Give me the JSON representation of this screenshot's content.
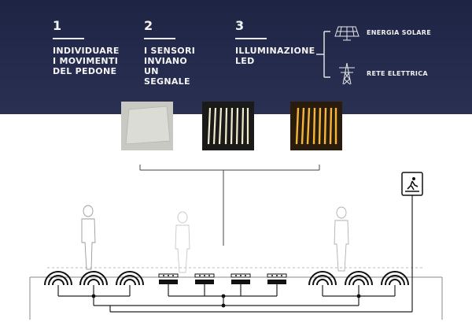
{
  "steps": [
    {
      "number": "1",
      "text": "INDIVIDUARE\nI MOVIMENTI\nDEL PEDONE"
    },
    {
      "number": "2",
      "text": "I SENSORI\nINVIANO\nUN\nSEGNALE"
    },
    {
      "number": "3",
      "text": "ILLUMINAZIONE\nLED"
    }
  ],
  "energy": {
    "solar_label": "ENERGIA SOLARE",
    "grid_label": "RETE ELETTRICA",
    "solar_icon": "solar-panel-icon",
    "grid_icon": "power-pylon-icon"
  },
  "colors": {
    "banner": "#232947",
    "led_warm": "#f5b53a",
    "led_white": "#f3ead2"
  }
}
